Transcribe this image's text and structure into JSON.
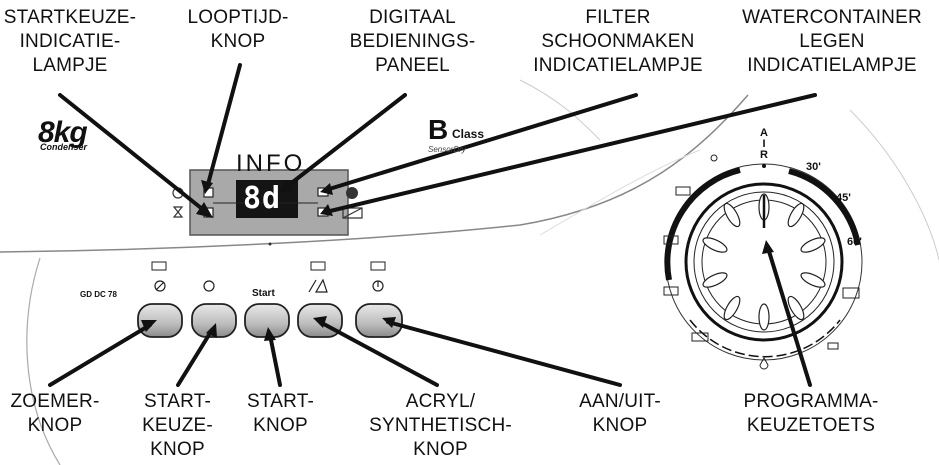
{
  "labels_top": {
    "startkeuze_indicatie": "STARTKEUZE-\nINDICATIE-\nLAMPJE",
    "looptijd_knop": "LOOPTIJD-\nKNOP",
    "digitaal_paneel": "DIGITAAL\nBEDIENINGS-\nPANEEL",
    "filter_schoonmaken": "FILTER\nSCHOONMAKEN\nINDICATIELAMPJE",
    "watercontainer_legen": "WATERCONTAINER\nLEGEN\nINDICATIELAMPJE"
  },
  "labels_bottom": {
    "zoemer_knop": "ZOEMER-\nKNOP",
    "startkeuze_knop": "START-\nKEUZE-\nKNOP",
    "start_knop": "START-\nKNOP",
    "acryl_synthetisch_knop": "ACRYL/\nSYNTHETISCH-\nKNOP",
    "aan_uit_knop": "AAN/UIT-\nKNOP",
    "programmakeuzetoets": "PROGRAMMA-\nKEUZETOETS"
  },
  "panel": {
    "logo_capacity": "8kg",
    "logo_capacity_sub": "Condenser",
    "logo_class_letter": "B",
    "logo_class_word": "Class",
    "logo_class_sub": "SensorDry",
    "brand_text": "INFO",
    "display_value": "8d",
    "model_number": "GD DC 78",
    "start_button_text": "Start"
  },
  "dial": {
    "air_label": "A\nI\nR",
    "time_30": "30'",
    "time_45": "45'",
    "time_60": "60'"
  },
  "colors": {
    "display_panel": "#a9a9a9",
    "display_screen": "#141414",
    "button_fill": "#c8c8c8",
    "line": "#111111"
  }
}
